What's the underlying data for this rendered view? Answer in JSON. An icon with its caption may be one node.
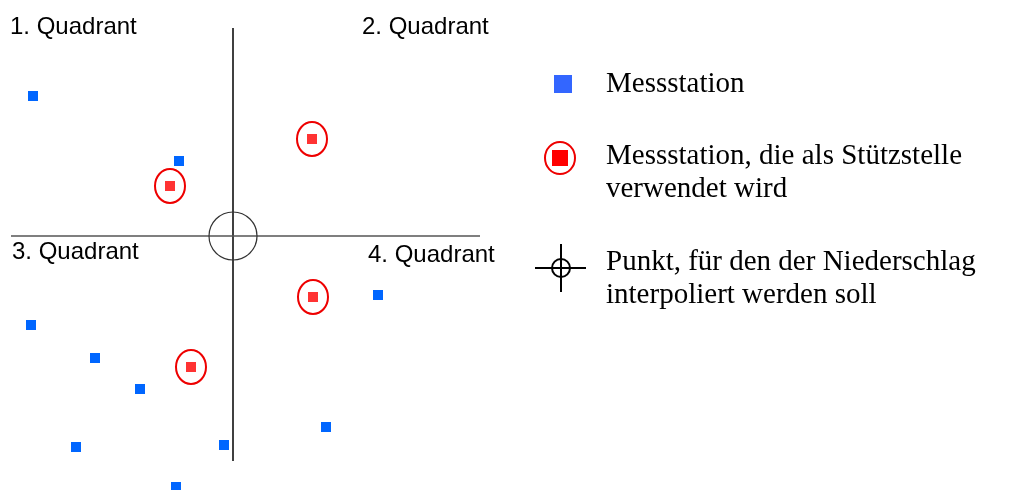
{
  "diagram": {
    "labels": [
      "1. Quadrant",
      "2. Quadrant",
      "3. Quadrant",
      "4. Quadrant"
    ],
    "legend": [
      {
        "text": "Messstation",
        "color": "#3366ff"
      },
      {
        "text": "Messstation, die als Stützstelle verwendet wird"
      },
      {
        "text": "Punkt, für den der Niederschlag interpoliert werden soll"
      }
    ]
  }
}
